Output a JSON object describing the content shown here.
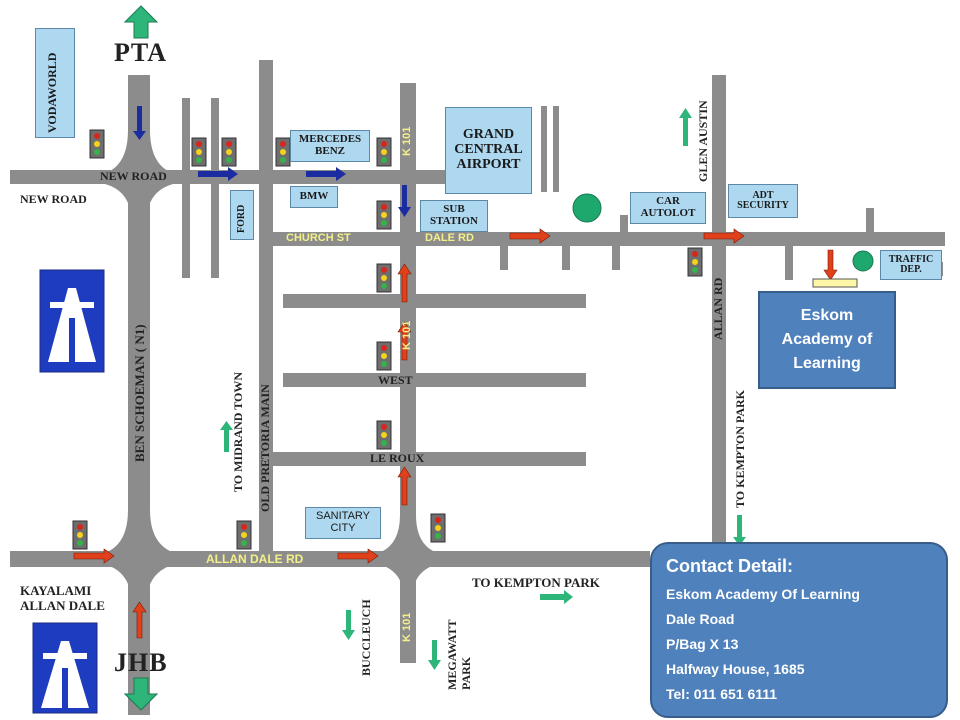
{
  "directions": {
    "north": "PTA",
    "south": "JHB"
  },
  "places": {
    "vodaworld": "VODAWORLD",
    "mercedes": "MERCEDES BENZ",
    "bmw": "BMW",
    "ford": "FORD",
    "airport": "GRAND CENTRAL AIRPORT",
    "substation": "SUB STATION",
    "car_autolot": "CAR AUTOLOT",
    "adt": "ADT SECURITY",
    "traffic": "TRAFFIC DEP.",
    "sanitary": "SANITARY CITY"
  },
  "roads": {
    "new_road_top": "NEW ROAD",
    "new_road_left": "NEW ROAD",
    "church_st": "CHURCH ST",
    "dale_rd": "DALE RD",
    "k101_top": "K 101",
    "k101_mid": "K 101",
    "k101_bottom": "K 101",
    "west": "WEST",
    "le_roux": "LE ROUX",
    "allan_dale_rd": "ALLAN DALE RD",
    "ben_schoeman": "BEN SCHOEMAN ( N1)",
    "to_midrand": "TO MIDRAND TOWN",
    "old_pretoria": "OLD PRETORIA MAIN",
    "glen_austin": "GLEN AUSTIN",
    "allan_rd": "ALLAN RD",
    "to_kempton_v": "TO KEMPTON PARK",
    "to_kempton_h": "TO KEMPTON PARK",
    "buccleuch": "BUCCLEUCH",
    "megawatt": "MEGAWATT PARK",
    "kayalami": "KAYALAMI ALLAN DALE"
  },
  "destination": {
    "label": "Eskom Academy of Learning"
  },
  "contact": {
    "title": "Contact Detail:",
    "lines": [
      "Eskom Academy Of Learning",
      "Dale Road",
      "P/Bag X 13",
      "Halfway House, 1685",
      "Tel: 011 651 6111"
    ]
  },
  "colors": {
    "road": "#8c8c8c",
    "label_box": "#add8f0",
    "highway_sign": "#1e3cc0",
    "accent_blue": "#4f81bd",
    "arrow_red": "#e0401a",
    "arrow_green": "#2db57a",
    "arrow_navy": "#1a2ca0",
    "road_text": "#f3f08a"
  }
}
